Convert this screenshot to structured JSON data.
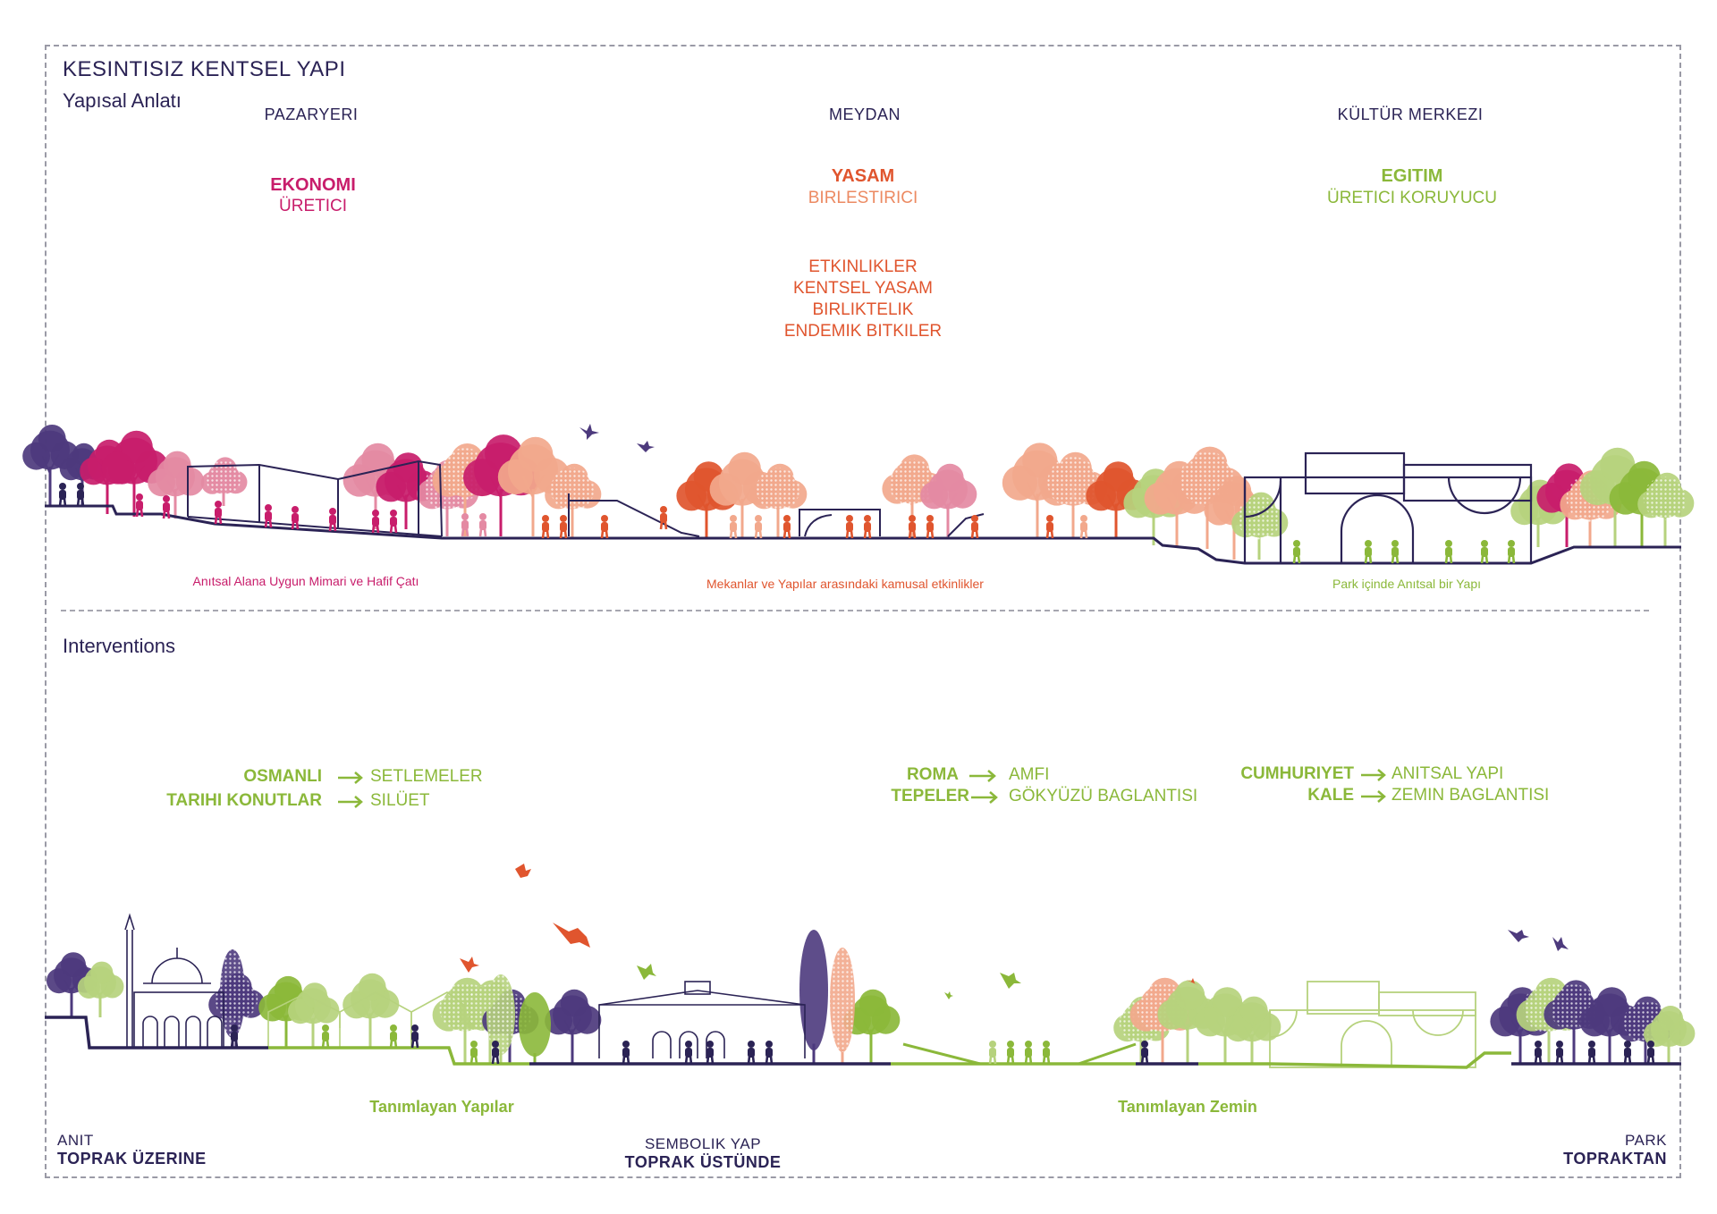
{
  "header": {
    "title": "KESINTISIZ KENTSEL YAPI",
    "subtitle": "Yapısal Anlatı"
  },
  "top_sections": [
    {
      "name": "PAZARYERI",
      "keyword": "EKONOMI",
      "role": "ÜRETICI",
      "caption": "Anıtsal Alana Uygun Mimari ve Hafif Çatı"
    },
    {
      "name": "MEYDAN",
      "keyword": "YASAM",
      "role": "BIRLESTIRICI",
      "caption": "Mekanlar ve Yapılar arasındaki kamusal etkinlikler"
    },
    {
      "name": "KÜLTÜR MERKEZI",
      "keyword": "EGITIM",
      "role": "ÜRETICI KORUYUCU",
      "caption": "Park içinde Anıtsal bir Yapı"
    }
  ],
  "activities": [
    "ETKINLIKLER",
    "KENTSEL YASAM",
    "BIRLIKTELIK",
    "ENDEMIK BITKILER"
  ],
  "interventions": {
    "title": "Interventions",
    "groups": [
      {
        "rows": [
          {
            "from": "OSMANLI",
            "to": "SETLEMELER"
          },
          {
            "from": "TARIHI KONUTLAR",
            "to": "SILÜET"
          }
        ]
      },
      {
        "rows": [
          {
            "from": "ROMA",
            "to": "AMFI"
          },
          {
            "from": "TEPELER",
            "to": "GÖKYÜZÜ BAGLANTISI"
          }
        ]
      },
      {
        "rows": [
          {
            "from": "CUMHURIYET",
            "to": "ANITSAL YAPI"
          },
          {
            "from": "KALE",
            "to": "ZEMIN BAGLANTISI"
          }
        ]
      }
    ],
    "captions": [
      "Tanımlayan Yapılar",
      "Tanımlayan Zemin"
    ]
  },
  "footer": [
    {
      "line1": "ANIT",
      "line2": "TOPRAK ÜZERINE"
    },
    {
      "line1": "SEMBOLIK YAP",
      "line2": "TOPRAK ÜSTÜNDE"
    },
    {
      "line1": "PARK",
      "line2": "TOPRAKTAN"
    }
  ],
  "colors": {
    "navy": "#2b2355",
    "magenta": "#c81d6b",
    "orange": "#e0552e",
    "green": "#8bb83a",
    "pink": "#e48aa3",
    "peach": "#f2a88c",
    "purple": "#4d3a7d",
    "lightgreen": "#b6d27d"
  }
}
